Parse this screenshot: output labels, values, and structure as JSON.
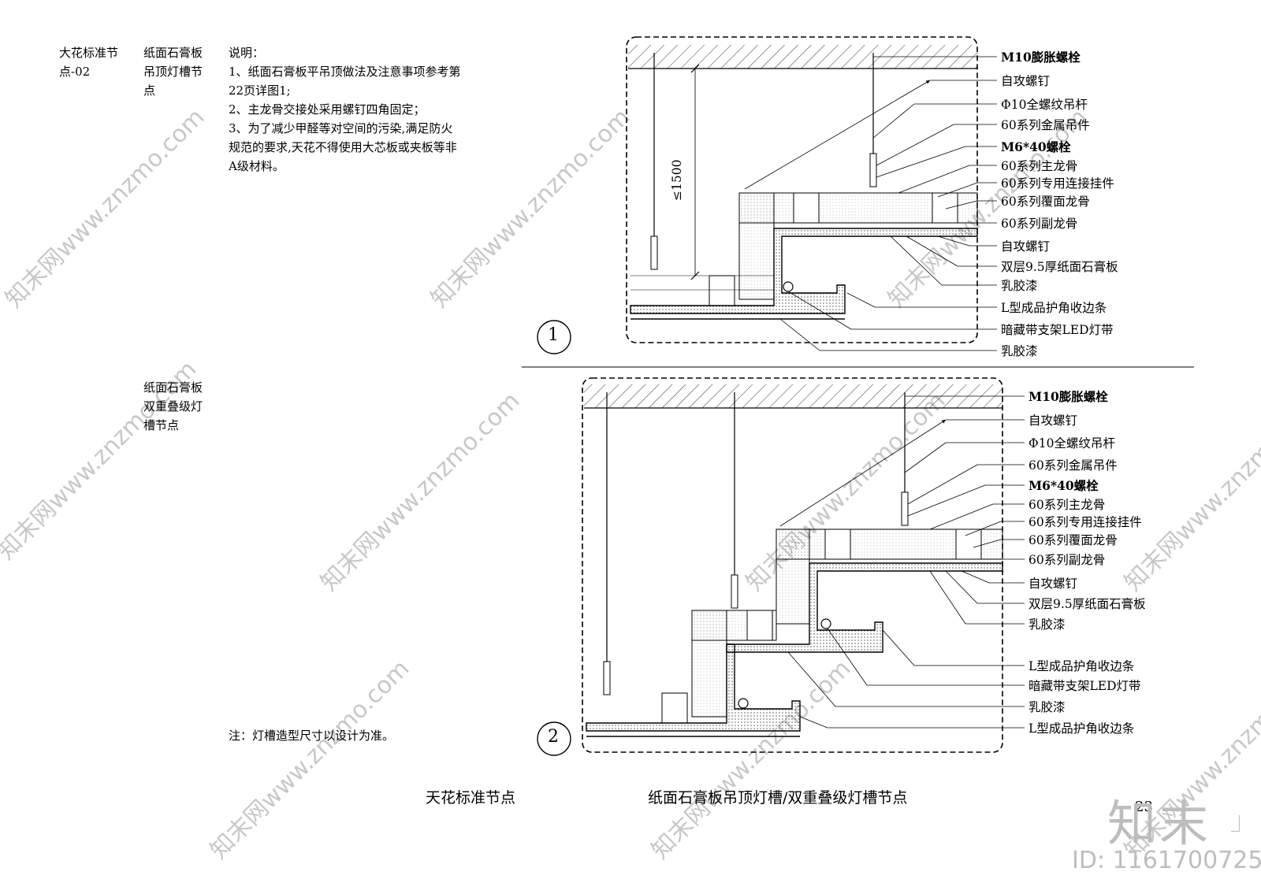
{
  "header": {
    "col1": [
      "大花标准节",
      "点-02"
    ],
    "col2": [
      "纸面石膏板",
      "吊顶灯槽节",
      "点"
    ],
    "col2b": [
      "纸面石膏板",
      "双重叠级灯",
      "槽节点"
    ]
  },
  "notes": {
    "heading": "说明：",
    "lines": [
      "1、纸面石膏板平吊顶做法及注意事项参考第",
      "22页详图1;",
      "2、主龙骨交接处采用螺钉四角固定；",
      "3、为了减少甲醛等对空间的污染,满足防火",
      "规范的要求,天花不得使用大芯板或夹板等非",
      "A级材料。"
    ],
    "bottom_note": "注：灯槽造型尺寸以设计为准。"
  },
  "diagram1": {
    "number": "1",
    "dimension": "≤1500",
    "labels": [
      "M10膨胀螺栓",
      "自攻螺钉",
      "Φ10全螺纹吊杆",
      "60系列金属吊件",
      "M6*40螺栓",
      "60系列主龙骨",
      "60系列专用连接挂件",
      "60系列覆面龙骨",
      "60系列副龙骨",
      "自攻螺钉",
      "双层9.5厚纸面石膏板",
      "乳胶漆",
      "L型成品护角收边条",
      "暗藏带支架LED灯带",
      "乳胶漆"
    ]
  },
  "diagram2": {
    "number": "2",
    "labels": [
      "M10膨胀螺栓",
      "自攻螺钉",
      "Φ10全螺纹吊杆",
      "60系列金属吊件",
      "M6*40螺栓",
      "60系列主龙骨",
      "60系列专用连接挂件",
      "60系列覆面龙骨",
      "60系列副龙骨",
      "自攻螺钉",
      "双层9.5厚纸面石膏板",
      "乳胶漆",
      "L型成品护角收边条",
      "暗藏带支架LED灯带",
      "乳胶漆",
      "L型成品护角收边条"
    ]
  },
  "footer": {
    "left_title": "天花标准节点",
    "center_title": "纸面石膏板吊顶灯槽/双重叠级灯槽节点",
    "page_number": "23"
  },
  "watermark": {
    "text": "知末网www.znzmo.com",
    "logo": "知末",
    "id": "ID: 1161700725"
  }
}
